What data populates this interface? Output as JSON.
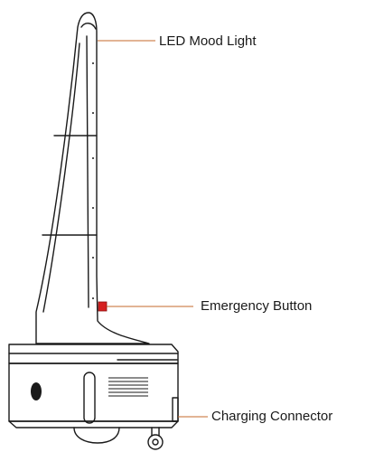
{
  "callouts": {
    "led": {
      "label": "LED Mood Light"
    },
    "emergency": {
      "label": "Emergency Button"
    },
    "charging": {
      "label": "Charging Connector"
    }
  },
  "colors": {
    "outline": "#1a1a1a",
    "leader_line": "#c46a2b",
    "emergency_button": "#d62020",
    "background": "#ffffff"
  }
}
